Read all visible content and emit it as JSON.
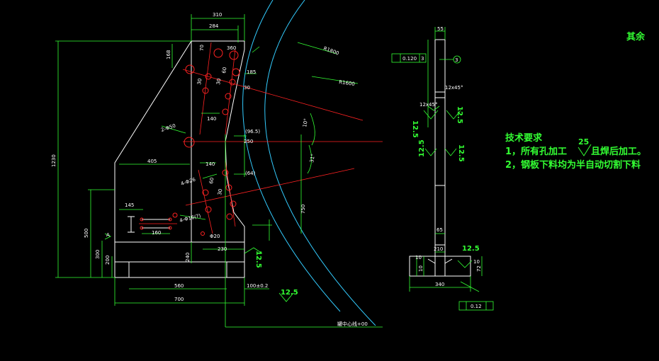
{
  "colors": {
    "background": "#000000",
    "outline": "#ffffff",
    "dimension": "#33ff33",
    "centerline": "#ff2222",
    "arc": "#33ccff",
    "hole": "#ff2222",
    "text_note": "#33ff33"
  },
  "front_view": {
    "top_dims": [
      "310",
      "284"
    ],
    "radii": [
      "R1800",
      "R1600"
    ],
    "left_dims": [
      "1230",
      "500",
      "300",
      "200"
    ],
    "hole_labels": [
      "2-Φ50",
      "4-Φ26",
      "4-Φ16(?)",
      "Φ20"
    ],
    "dims": [
      "168",
      "70",
      "360",
      "185",
      "30",
      "30",
      "140",
      "60",
      "30",
      "405",
      "145",
      "160",
      "140",
      "60",
      "30",
      "230",
      "240",
      "(96.5)",
      "(64)",
      "250",
      "10°",
      "31°",
      "750",
      "560",
      "700",
      "100±0.2",
      "12.5",
      "12.5"
    ],
    "datum": "A",
    "centerline_text": "罐中心线+00"
  },
  "side_view": {
    "top_dims": [
      "55",
      "0.120",
      "3"
    ],
    "dims": [
      "12x45°",
      "12x45°",
      "65",
      "210",
      "10",
      "10",
      "340",
      "10",
      "72",
      "0.12"
    ],
    "roughness": [
      "12.5",
      "12.5",
      "12.5",
      "12.5",
      "12.5"
    ],
    "balloon": "3"
  },
  "notes": {
    "other": "其余",
    "title": "技术要求",
    "line1_prefix": "1，所有孔加工",
    "line1_rough": "25",
    "line1_suffix": "且焊后加工。",
    "line2": "2，钢板下料均为半自动切割下料"
  }
}
